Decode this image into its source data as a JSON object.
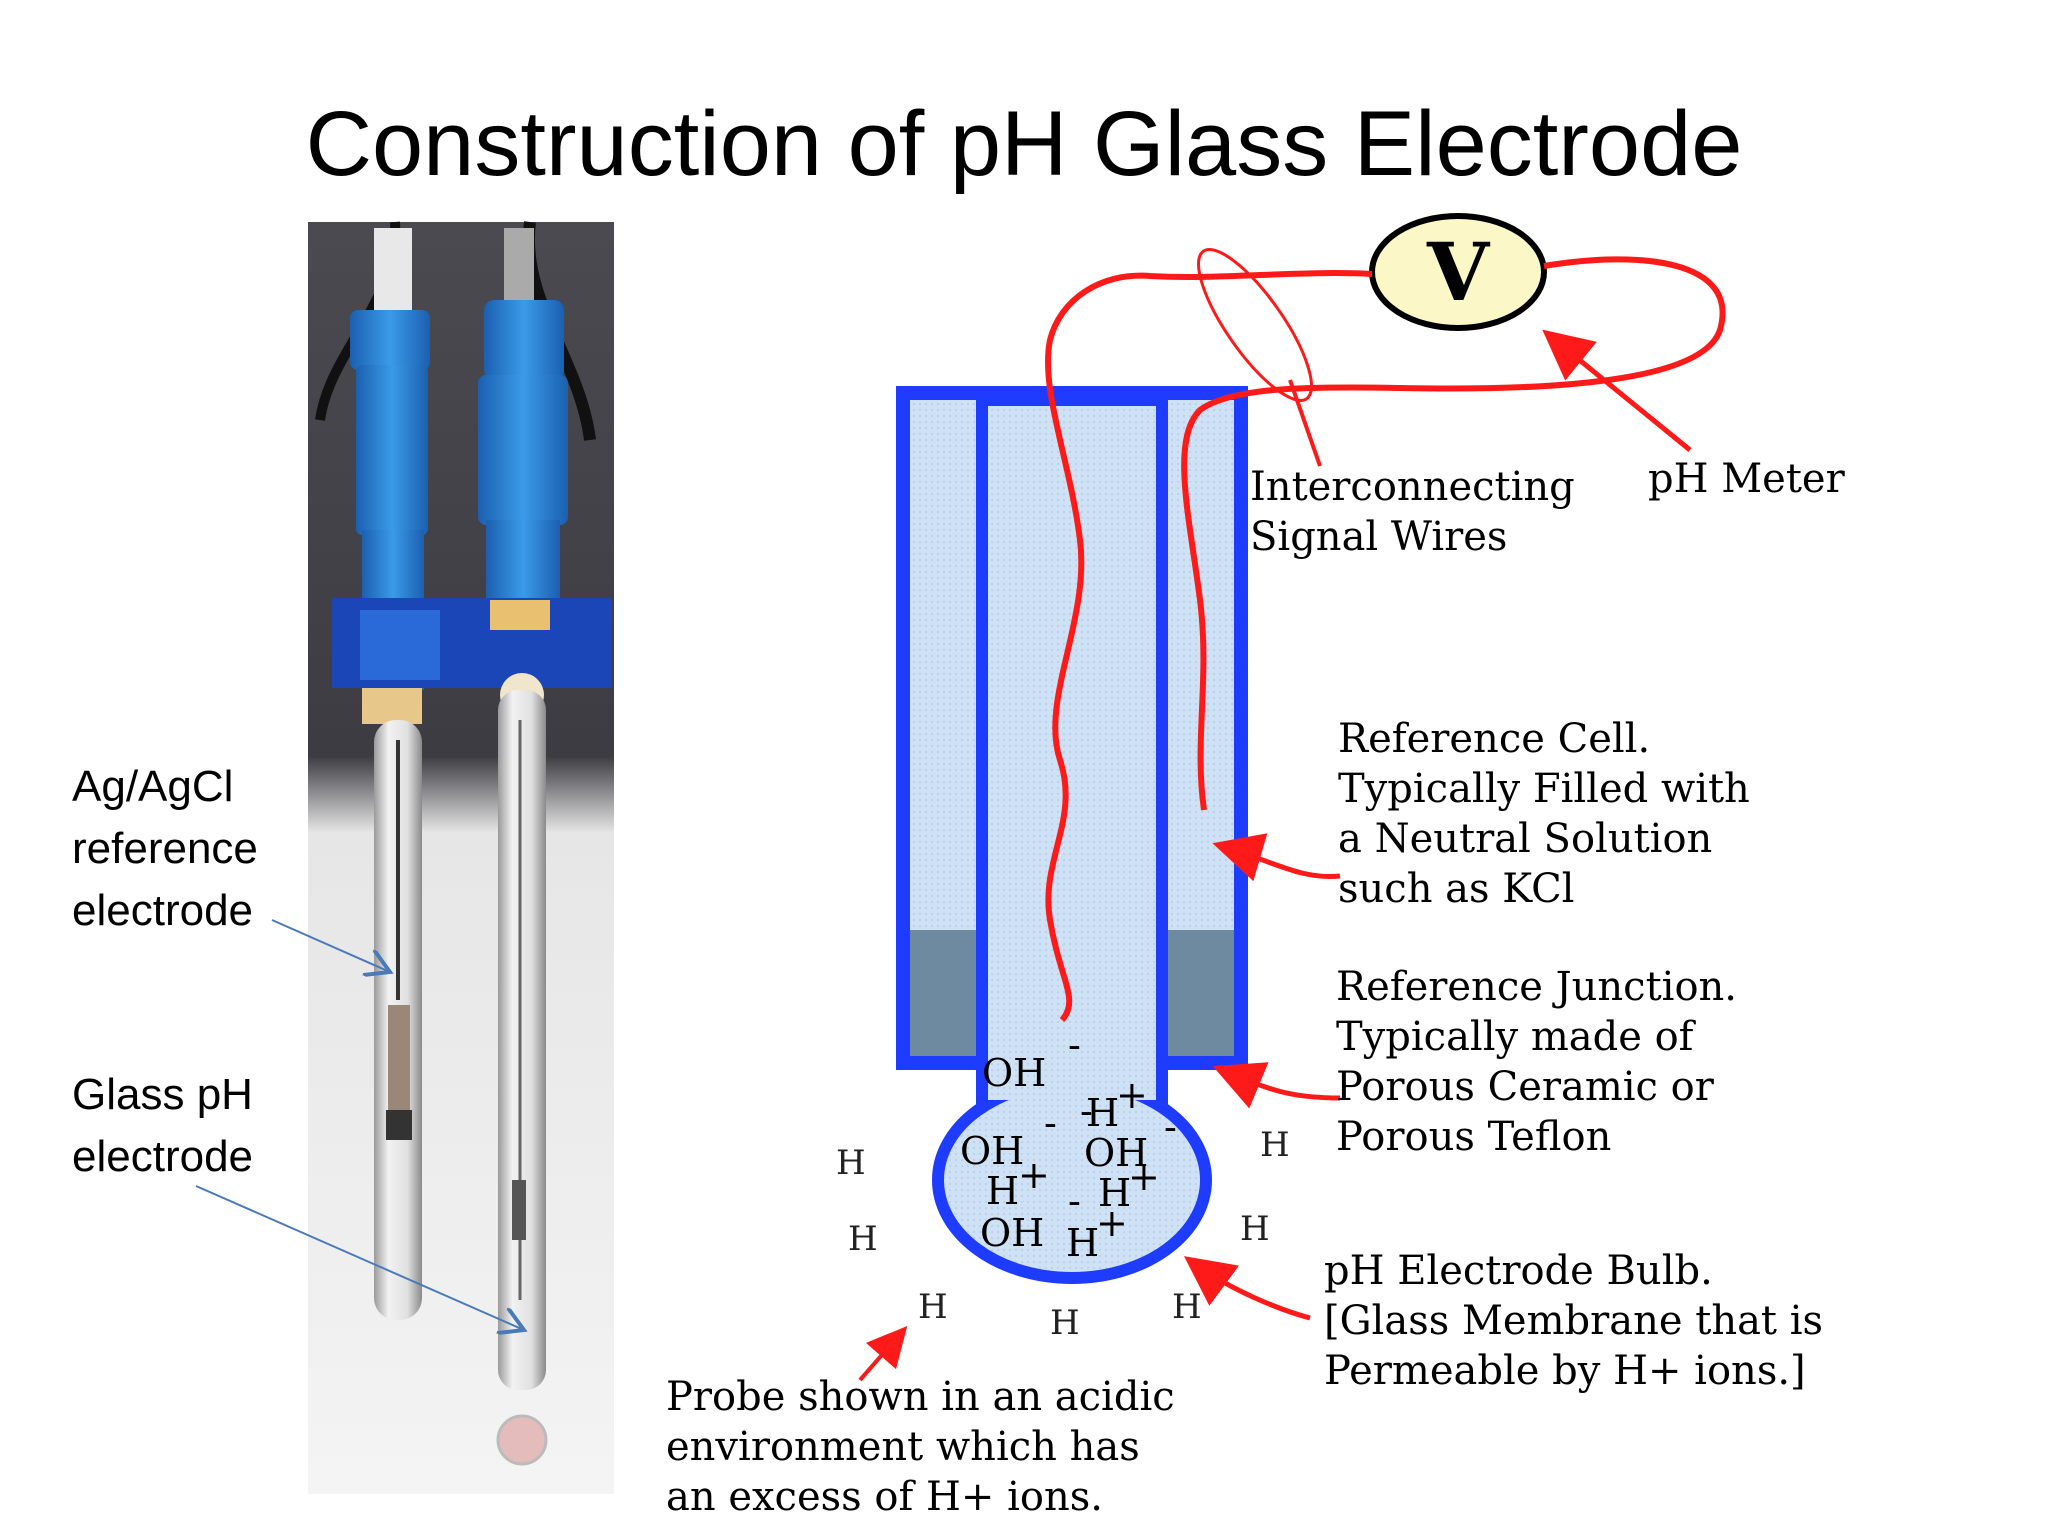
{
  "title": "Construction of pH Glass Electrode",
  "left_labels": {
    "reference": [
      "Ag/AgCl",
      "reference",
      "electrode"
    ],
    "glass": [
      "Glass pH",
      "electrode"
    ]
  },
  "meter": {
    "symbol": "V",
    "label": "pH Meter"
  },
  "wires_label": [
    "Interconnecting",
    "Signal Wires"
  ],
  "reference_cell_label": [
    "Reference Cell.",
    "Typically Filled with",
    "a Neutral Solution",
    "such as KCl"
  ],
  "junction_label": [
    "Reference Junction.",
    "Typically made of",
    "Porous Ceramic or",
    "Porous Teflon"
  ],
  "bulb_label": [
    "pH Electrode Bulb.",
    "[Glass Membrane that is",
    "Permeable by H+ ions.]"
  ],
  "probe_label": [
    "Probe shown in an acidic",
    "environment which has",
    "an excess of H+ ions."
  ],
  "ions_inside": {
    "oh_top": "OH",
    "h_1": "H",
    "oh_left": "OH",
    "oh_right": "OH",
    "h_2": "H",
    "h_3": "H",
    "oh_bottom": "OH",
    "h_4": "H",
    "minus": "-",
    "plus": "+"
  },
  "ions_outside": [
    "H",
    "H",
    "H",
    "H",
    "H",
    "H",
    "H"
  ],
  "colors": {
    "wire": "#ff1a1a",
    "tube": "#1e3cff",
    "fill": "#cfe2f5",
    "junction": "#6e8aa0",
    "meter_fill": "#fbf7c6",
    "photo_electrode": "#2a7fd4"
  }
}
